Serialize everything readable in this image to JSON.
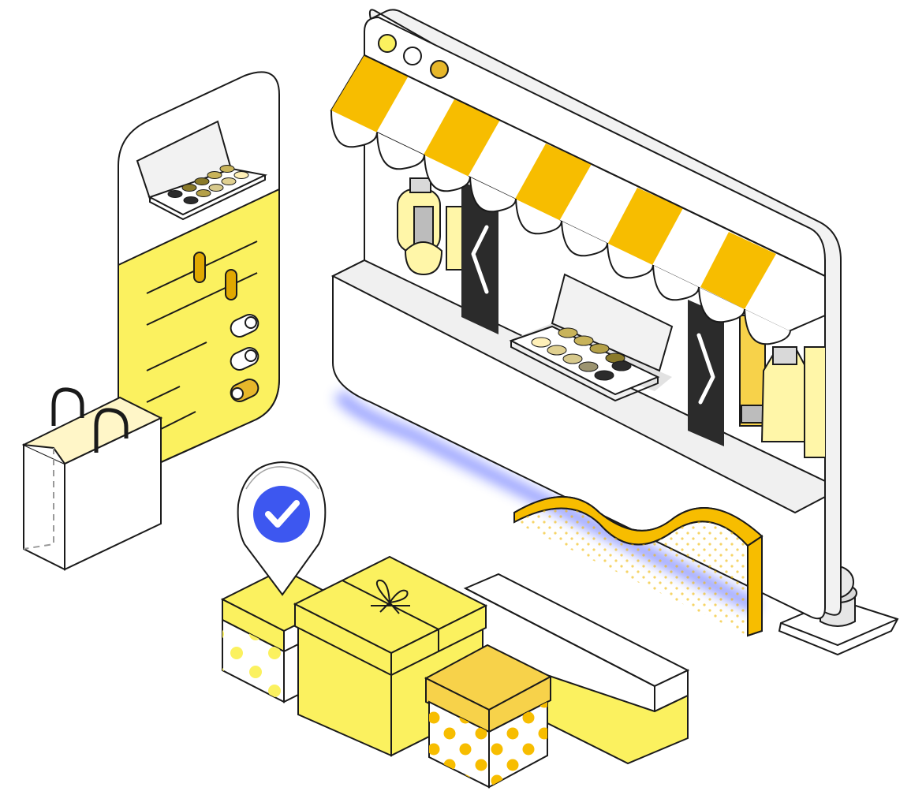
{
  "palette": {
    "stroke": "#1a1a1a",
    "yellow_light": "#fbf15f",
    "yellow_pale": "#fff6a8",
    "yellow_gold": "#f7bd00",
    "mustard": "#e7b72a",
    "dark_panel": "#2b2b2b",
    "grey_light": "#eeeeee",
    "grey_mid": "#c9c9c9",
    "check_blue": "#3d57f0",
    "glow_blue": "#3446ff"
  },
  "window_controls": [
    "yellow-dot",
    "white-dot",
    "gold-dot"
  ],
  "carousel": {
    "prev_icon": "chevron-left-icon",
    "next_icon": "chevron-right-icon"
  },
  "phone": {
    "sliders": 2,
    "toggles": [
      false,
      false,
      true
    ]
  },
  "location_pin": {
    "icon": "check-circle-icon"
  }
}
